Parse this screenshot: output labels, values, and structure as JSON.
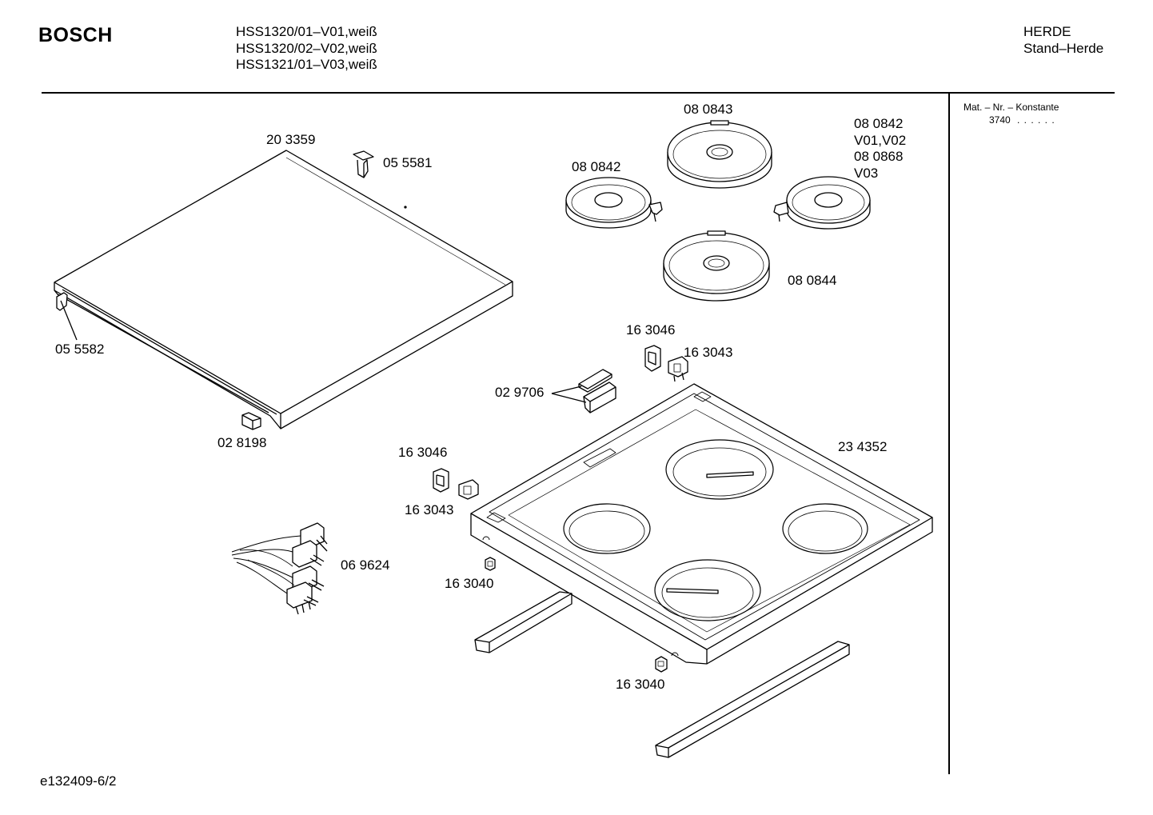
{
  "header": {
    "brand": "BOSCH",
    "models": [
      "HSS1320/01–V01,weiß",
      "HSS1320/02–V02,weiß",
      "HSS1321/01–V03,weiß"
    ],
    "category": [
      "HERDE",
      "Stand–Herde"
    ]
  },
  "side_panel": {
    "mat_label": "Mat. – Nr. – Konstante",
    "mat_value": "3740",
    "mat_dots": ". .   . . . ."
  },
  "parts": {
    "lid": "20 3359",
    "hinge_top": "05 5581",
    "hinge_left": "05 5582",
    "lid_buffer": "02 8198",
    "plate_back": "08 0843",
    "plate_left": "08 0842",
    "plate_right_variants": [
      "08 0842",
      "V01,V02",
      "08 0868",
      "V03"
    ],
    "plate_front": "08 0844",
    "clip_right_a": "16 3046",
    "clip_right_b": "16 3043",
    "knob_insert": "02 9706",
    "cooktop": "23 4352",
    "clip_left_a": "16 3046",
    "clip_left_b": "16 3043",
    "wiring": "06 9624",
    "clip_bottom_a": "16 3040",
    "clip_bottom_b": "16 3040"
  },
  "footer": {
    "code": "e132409-6/2"
  }
}
